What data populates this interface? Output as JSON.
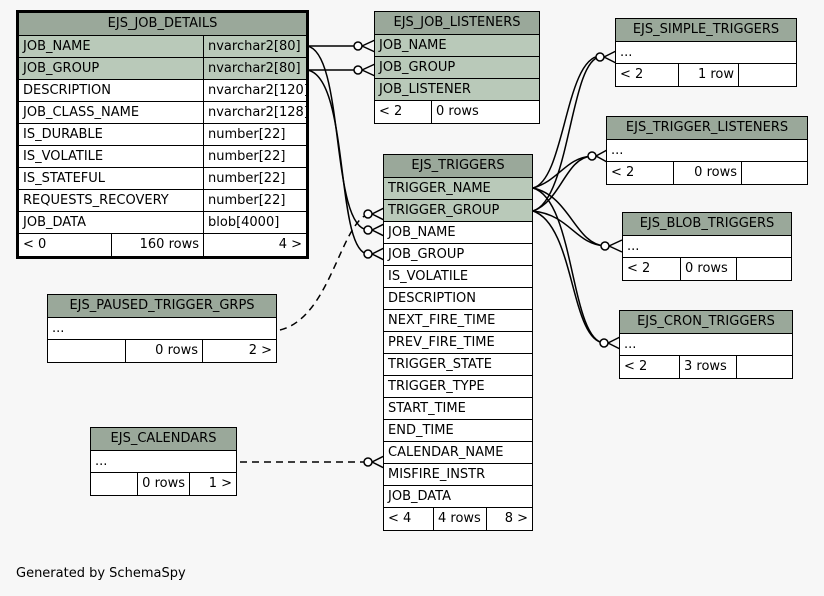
{
  "footer": "Generated by SchemaSpy",
  "job_details": {
    "title": "EJS_JOB_DETAILS",
    "columns": [
      {
        "name": "JOB_NAME",
        "type": "nvarchar2[80]"
      },
      {
        "name": "JOB_GROUP",
        "type": "nvarchar2[80]"
      },
      {
        "name": "DESCRIPTION",
        "type": "nvarchar2[120]"
      },
      {
        "name": "JOB_CLASS_NAME",
        "type": "nvarchar2[128]"
      },
      {
        "name": "IS_DURABLE",
        "type": "number[22]"
      },
      {
        "name": "IS_VOLATILE",
        "type": "number[22]"
      },
      {
        "name": "IS_STATEFUL",
        "type": "number[22]"
      },
      {
        "name": "REQUESTS_RECOVERY",
        "type": "number[22]"
      },
      {
        "name": "JOB_DATA",
        "type": "blob[4000]"
      }
    ],
    "footer": {
      "parents": "< 0",
      "rows": "160 rows",
      "children": "4 >"
    }
  },
  "job_listeners": {
    "title": "EJS_JOB_LISTENERS",
    "columns": [
      "JOB_NAME",
      "JOB_GROUP",
      "JOB_LISTENER"
    ],
    "footer": {
      "parents": "< 2",
      "rows": "0 rows"
    }
  },
  "paused": {
    "title": "EJS_PAUSED_TRIGGER_GRPS",
    "body": "...",
    "footer": {
      "rows": "0 rows",
      "children": "2 >"
    }
  },
  "calendars": {
    "title": "EJS_CALENDARS",
    "body": "...",
    "footer": {
      "rows": "0 rows",
      "children": "1 >"
    }
  },
  "triggers": {
    "title": "EJS_TRIGGERS",
    "columns": [
      "TRIGGER_NAME",
      "TRIGGER_GROUP",
      "JOB_NAME",
      "JOB_GROUP",
      "IS_VOLATILE",
      "DESCRIPTION",
      "NEXT_FIRE_TIME",
      "PREV_FIRE_TIME",
      "TRIGGER_STATE",
      "TRIGGER_TYPE",
      "START_TIME",
      "END_TIME",
      "CALENDAR_NAME",
      "MISFIRE_INSTR",
      "JOB_DATA"
    ],
    "footer": {
      "parents": "< 4",
      "rows": "4 rows",
      "children": "8 >"
    }
  },
  "simple_triggers": {
    "title": "EJS_SIMPLE_TRIGGERS",
    "body": "...",
    "footer": {
      "parents": "< 2",
      "rows": "1 row"
    }
  },
  "trigger_listeners": {
    "title": "EJS_TRIGGER_LISTENERS",
    "body": "...",
    "footer": {
      "parents": "< 2",
      "rows": "0 rows"
    }
  },
  "blob_triggers": {
    "title": "EJS_BLOB_TRIGGERS",
    "body": "...",
    "footer": {
      "parents": "< 2",
      "rows": "0 rows"
    }
  },
  "cron_triggers": {
    "title": "EJS_CRON_TRIGGERS",
    "body": "...",
    "footer": {
      "parents": "< 2",
      "rows": "3 rows"
    }
  }
}
